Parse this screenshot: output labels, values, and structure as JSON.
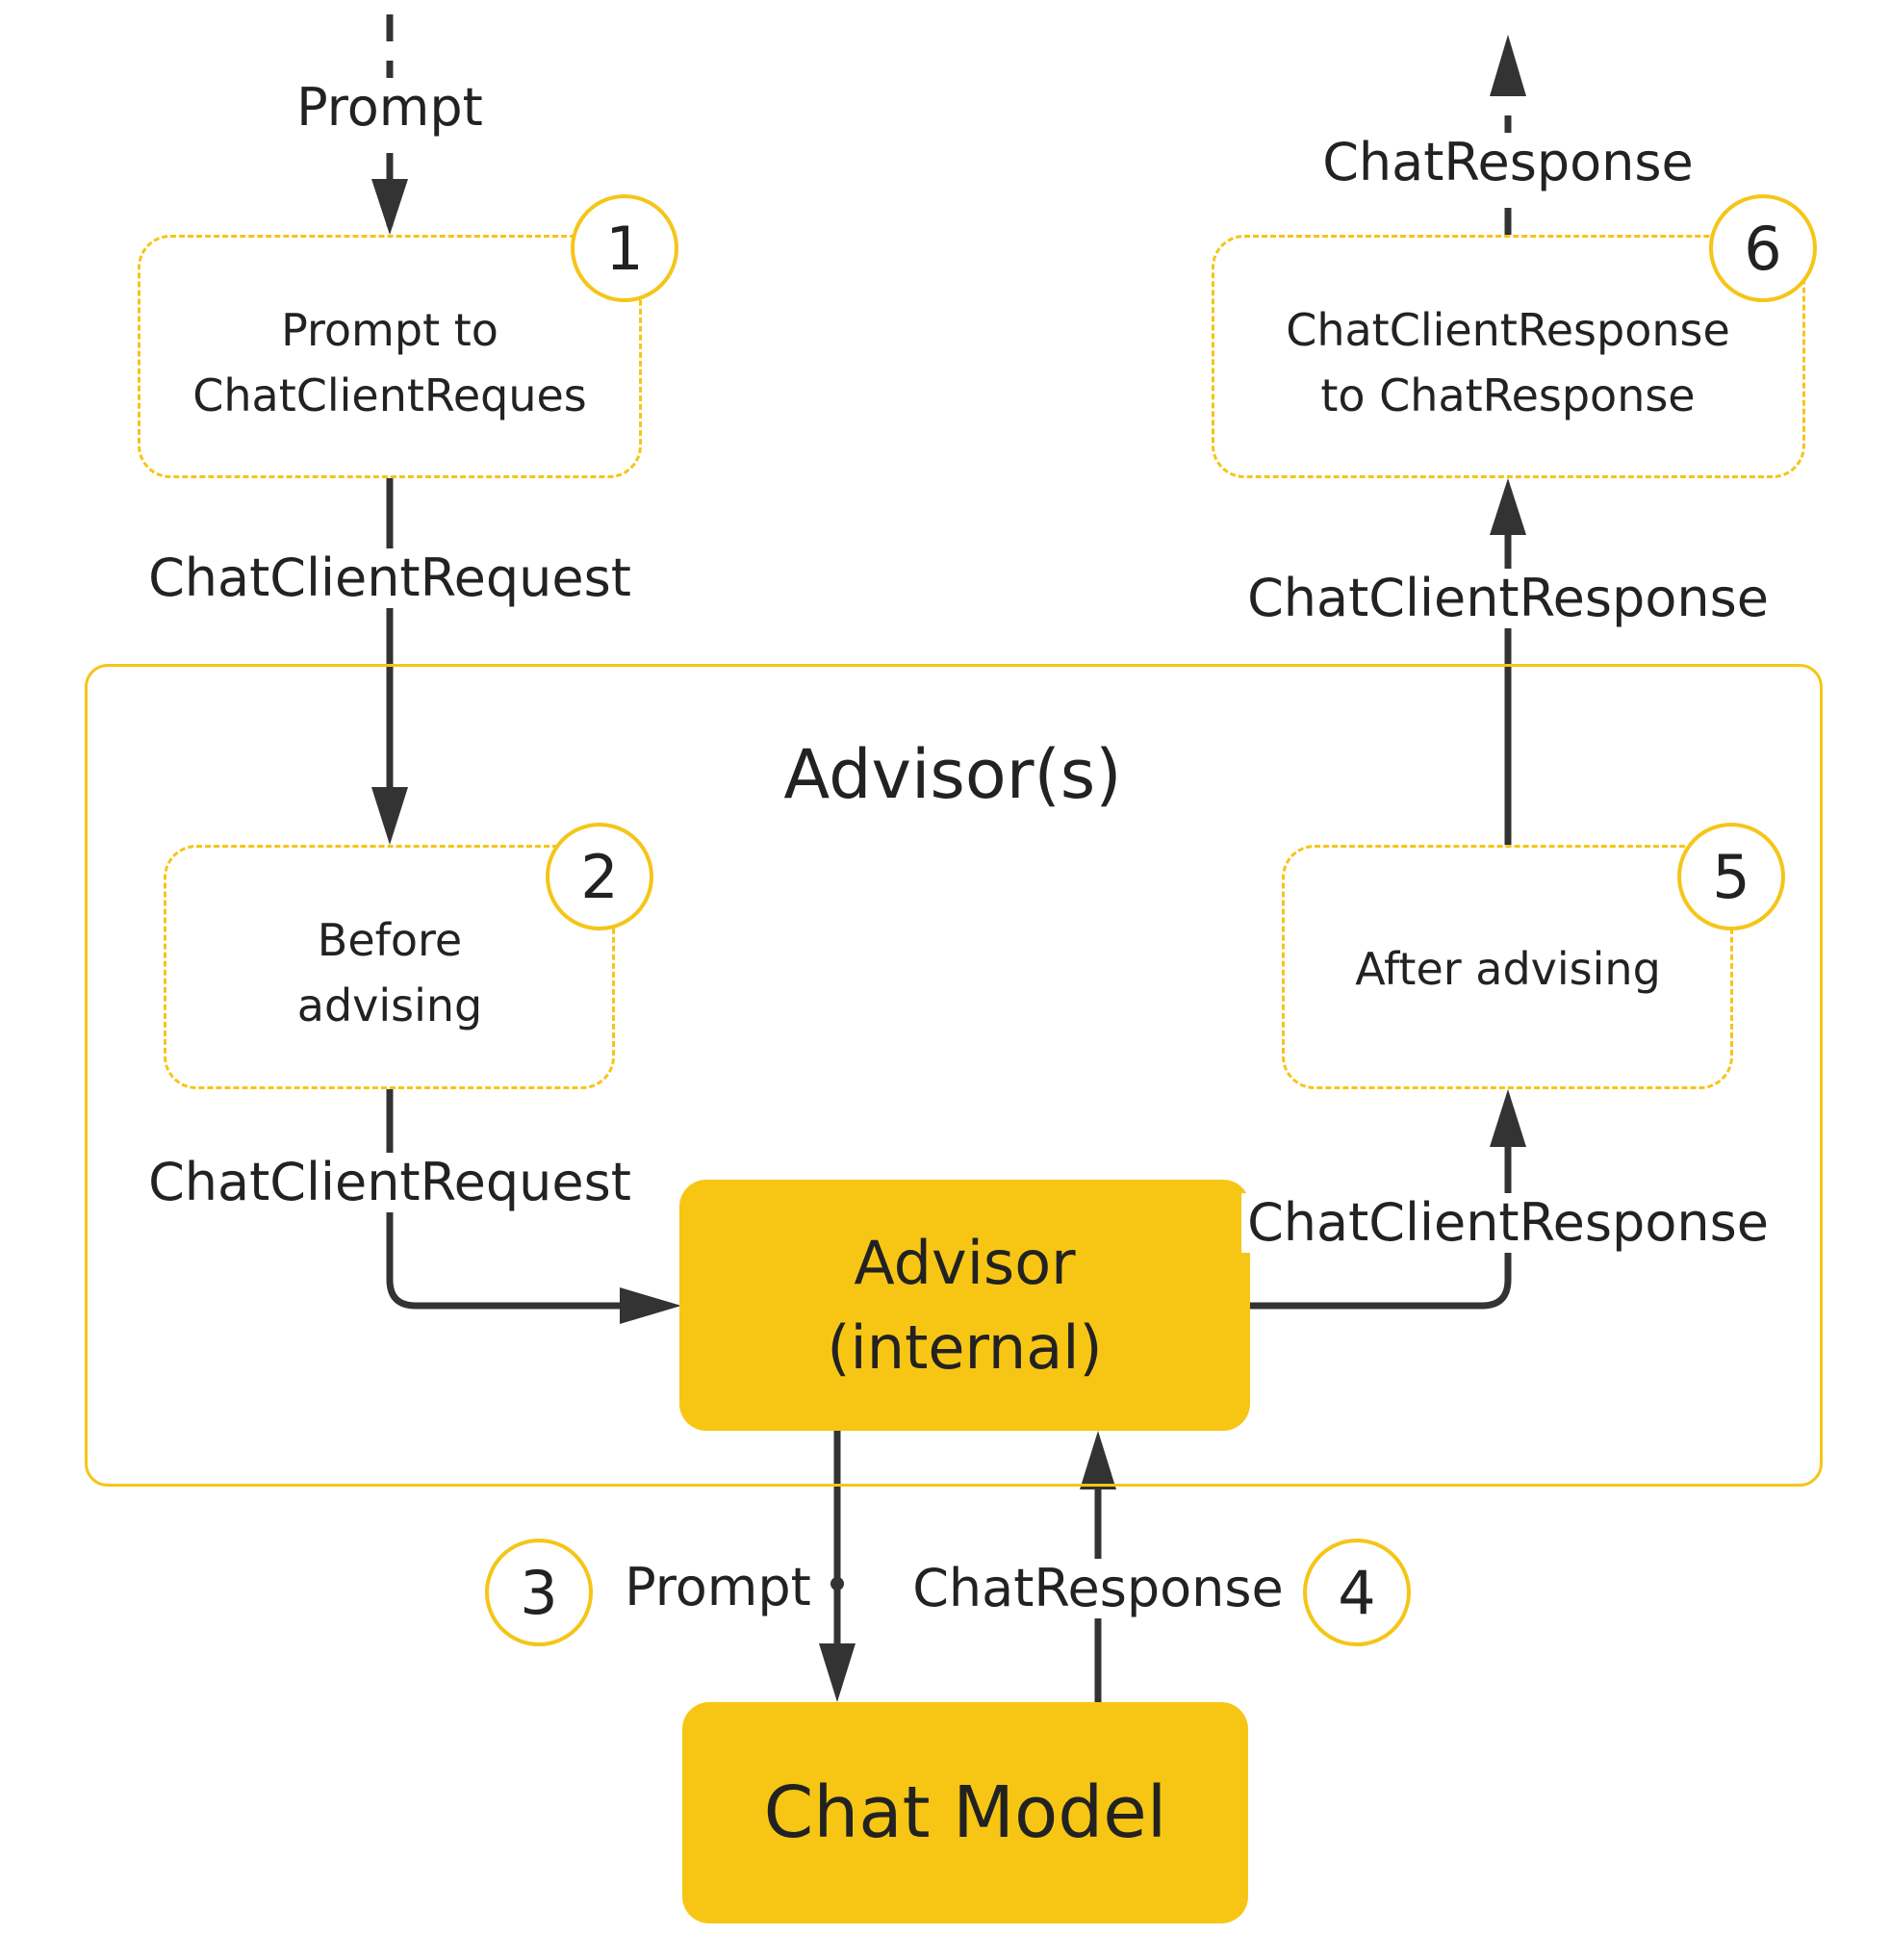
{
  "colors": {
    "accent": "#f5c518",
    "box_fill": "#f7c614",
    "text": "#222222",
    "wire": "#333333"
  },
  "group": {
    "title": "Advisor(s)"
  },
  "stages": [
    {
      "step": "1",
      "lines": [
        "Prompt to",
        "ChatClientReques"
      ]
    },
    {
      "step": "2",
      "lines": [
        "Before",
        "advising"
      ]
    },
    {
      "step": "3"
    },
    {
      "step": "4"
    },
    {
      "step": "5",
      "lines": [
        "After advising"
      ]
    },
    {
      "step": "6",
      "lines": [
        "ChatClientResponse",
        "to ChatResponse"
      ]
    }
  ],
  "components": {
    "advisor_internal": [
      "Advisor",
      "(internal)"
    ],
    "chat_model": "Chat Model"
  },
  "edge_labels": {
    "prompt_in": "Prompt",
    "chat_client_request_1": "ChatClientRequest",
    "chat_client_request_2": "ChatClientRequest",
    "prompt_to_model": "Prompt",
    "chat_response_from_model": "ChatResponse",
    "chat_client_response_1": "ChatClientResponse",
    "chat_client_response_2": "ChatClientResponse",
    "chat_response_out": "ChatResponse"
  }
}
